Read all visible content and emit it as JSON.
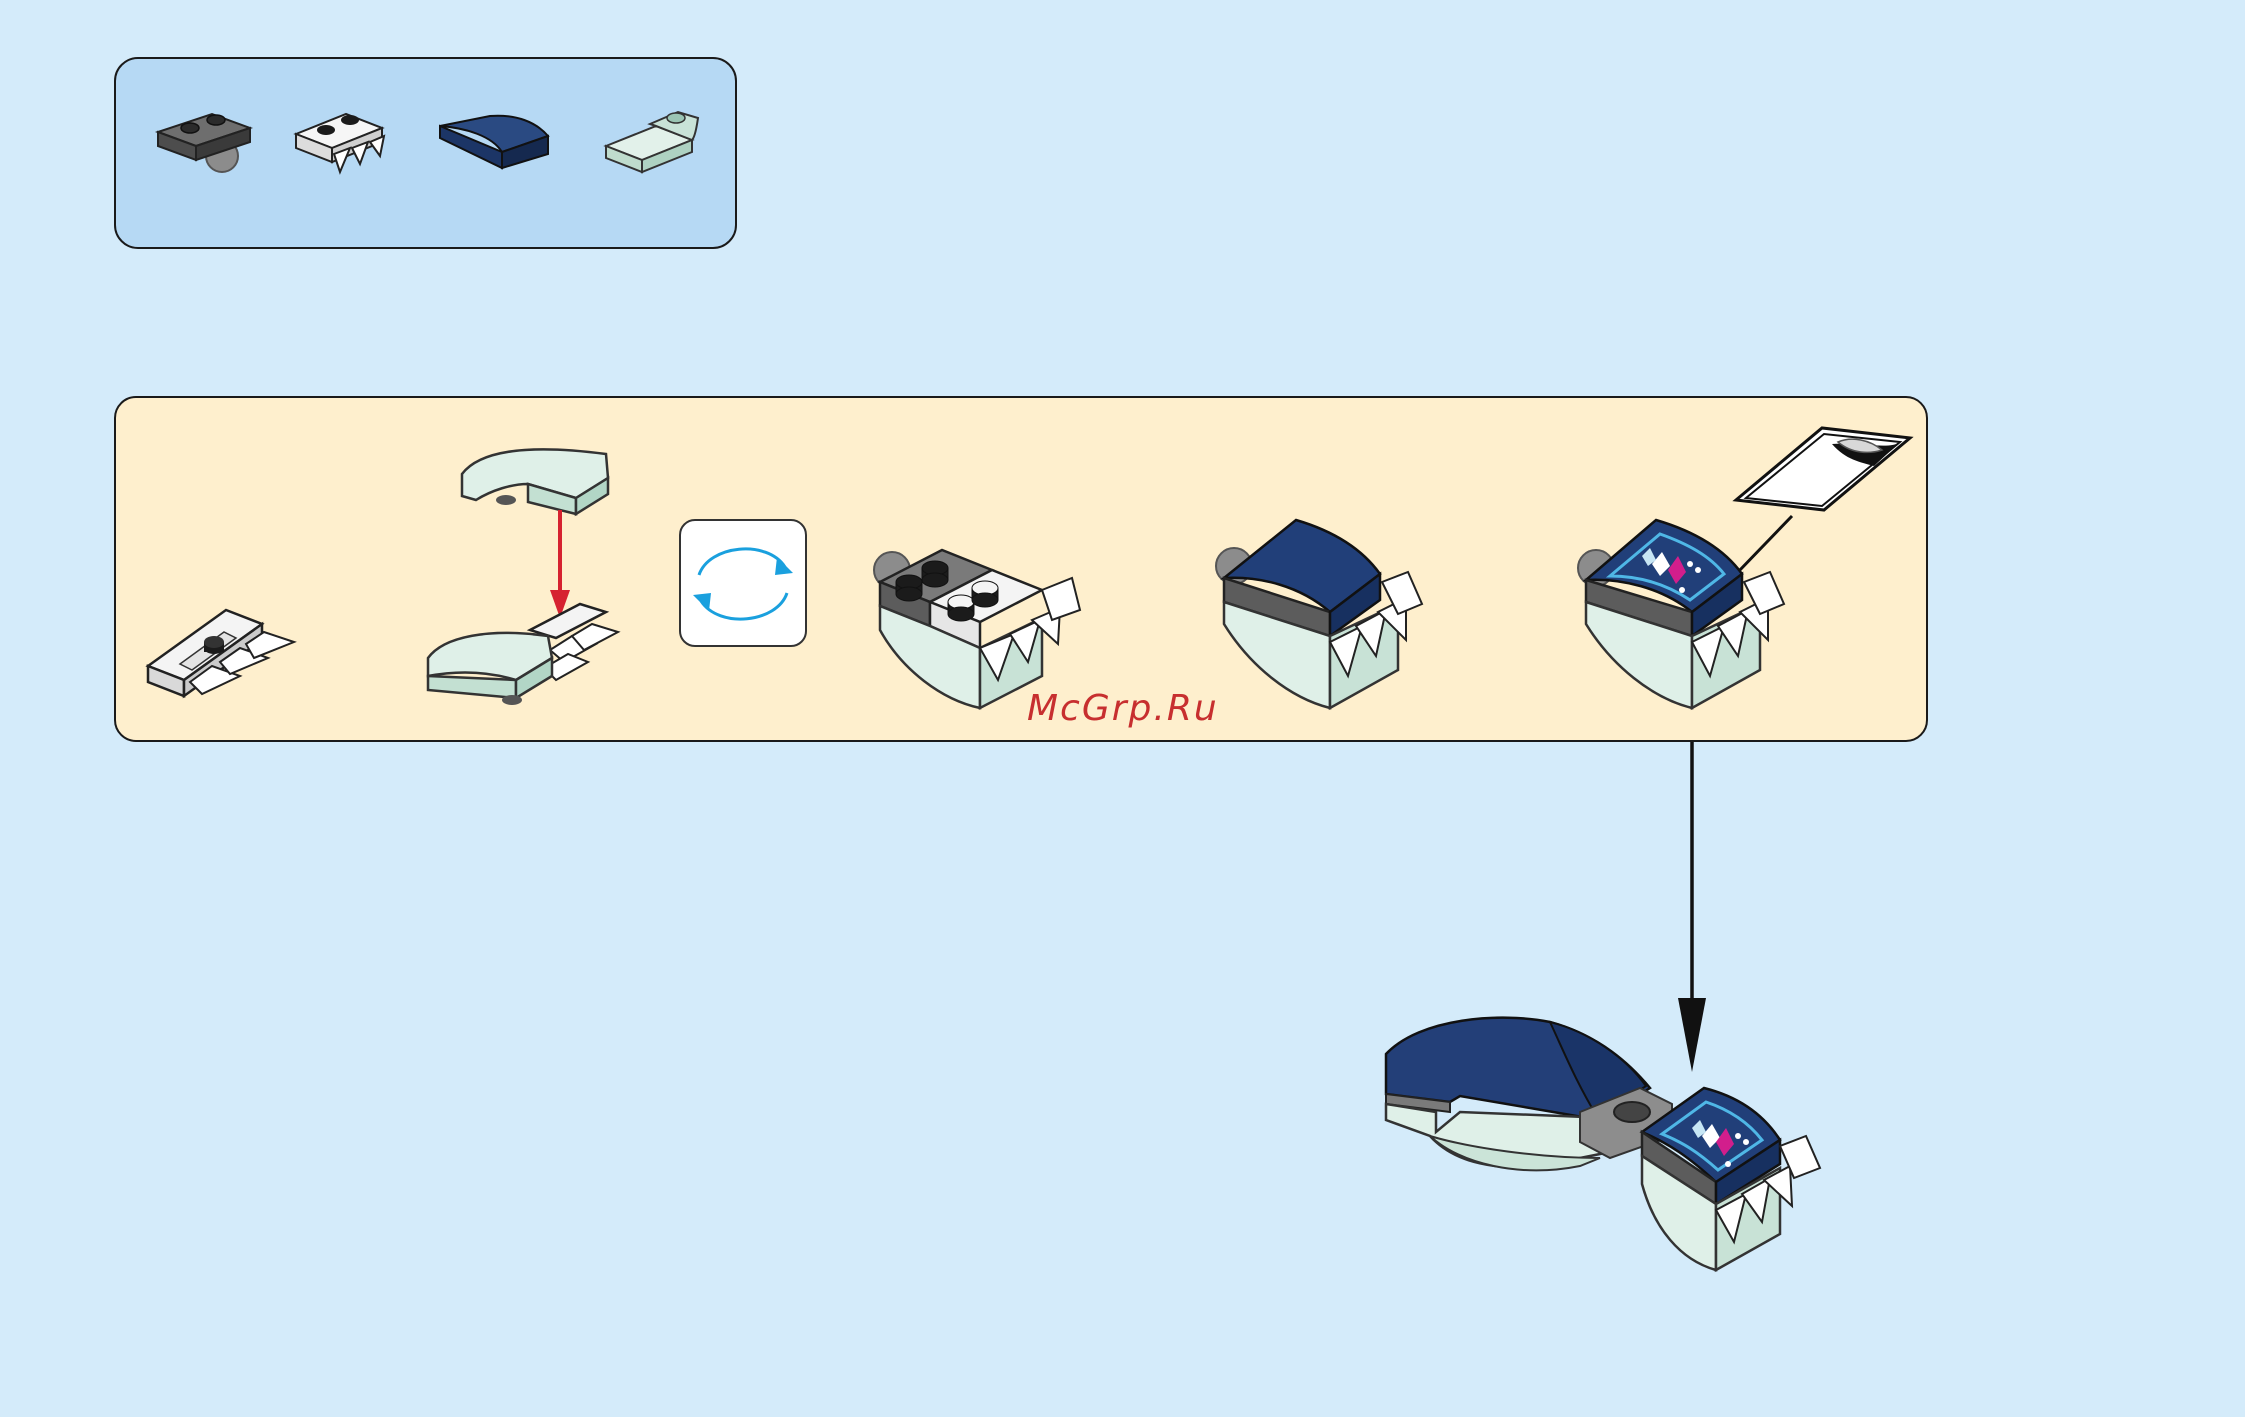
{
  "watermark": "McGrp.Ru",
  "colors": {
    "background": "#d4ebfa",
    "parts_panel": "#b6d9f4",
    "steps_panel": "#feefcd",
    "dark_blue": "#1f3a6b",
    "sand_green": "#d6ece4",
    "dark_gray": "#5a5a5a",
    "white_part": "#f4f4f4",
    "arrow_red": "#d62230",
    "rotate_blue": "#1aa0de"
  },
  "parts": [
    {
      "name": "plate-1x2-with-ball",
      "color": "dark-gray"
    },
    {
      "name": "plate-1x2-with-teeth",
      "color": "white"
    },
    {
      "name": "curved-slope-1x2",
      "color": "dark-blue"
    },
    {
      "name": "inverted-curved-slope-1x2",
      "color": "sand-green"
    }
  ],
  "icons": {
    "rotate": "rotate-model-icon",
    "sticker": "sticker-icon",
    "push_arrow": "red-down-arrow-icon",
    "attach_arrow": "black-down-arrow-icon"
  }
}
